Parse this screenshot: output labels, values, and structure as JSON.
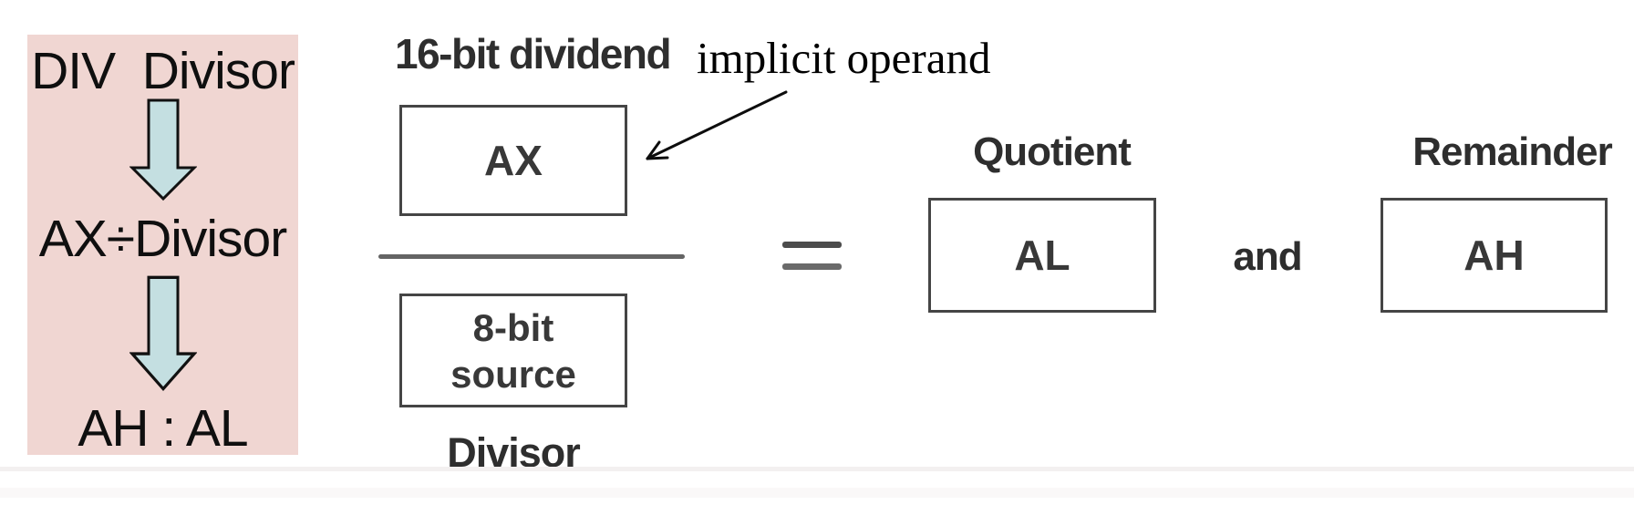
{
  "summary_panel": {
    "instruction": "DIV  Divisor",
    "operation": "AX÷Divisor",
    "result": "AH : AL",
    "bg_color": "#f0d6d2",
    "arrow_fill_color": "#c4dfe1",
    "arrow_outline_color": "#111111"
  },
  "fraction": {
    "dividend_label": "16-bit dividend",
    "numerator_register": "AX",
    "denominator_line1": "8-bit",
    "denominator_line2": "source",
    "denominator_label": "Divisor"
  },
  "annotation": {
    "text": "implicit operand"
  },
  "equals_symbol": "=",
  "results": {
    "quotient_label": "Quotient",
    "quotient_register": "AL",
    "conjunction": "and",
    "remainder_label": "Remainder",
    "remainder_register": "AH"
  }
}
